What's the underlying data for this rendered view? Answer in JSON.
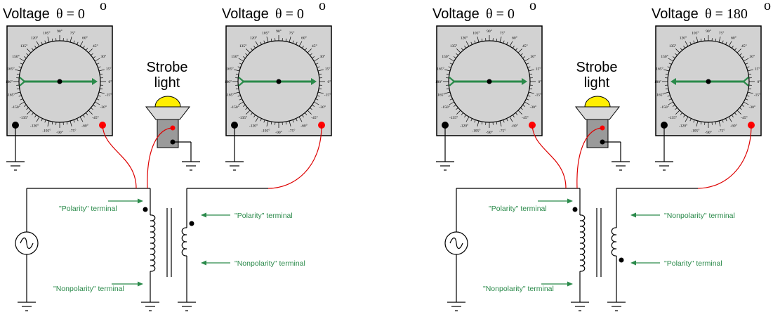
{
  "panels": [
    {
      "meters": [
        {
          "title": "Voltage",
          "phase_text": "θ = 0",
          "degree_mark": "o",
          "needle_angle_deg": 0
        },
        {
          "title": "Voltage",
          "phase_text": "θ = 0",
          "degree_mark": "o",
          "needle_angle_deg": 0
        }
      ],
      "strobe": {
        "line1": "Strobe",
        "line2": "light"
      },
      "labels": {
        "primary_top": "\"Polarity\" terminal",
        "primary_bottom": "\"Nonpolarity\" terminal",
        "secondary_top": "\"Polarity\" terminal",
        "secondary_bottom": "\"Nonpolarity\" terminal"
      },
      "secondary_dot": "top"
    },
    {
      "meters": [
        {
          "title": "Voltage",
          "phase_text": "θ = 0",
          "degree_mark": "o",
          "needle_angle_deg": 0
        },
        {
          "title": "Voltage",
          "phase_text": "θ = 180",
          "degree_mark": "o",
          "needle_angle_deg": 180
        }
      ],
      "strobe": {
        "line1": "Strobe",
        "line2": "light"
      },
      "labels": {
        "primary_top": "\"Polarity\" terminal",
        "primary_bottom": "\"Nonpolarity\" terminal",
        "secondary_top": "\"Nonpolarity\" terminal",
        "secondary_bottom": "\"Polarity\" terminal"
      },
      "secondary_dot": "bottom"
    }
  ],
  "dial_ticks": [
    "0°",
    "15°",
    "30°",
    "45°",
    "60°",
    "75°",
    "90°",
    "105°",
    "120°",
    "135°",
    "150°",
    "165°",
    "180°",
    "-165°",
    "-150°",
    "-135°",
    "-120°",
    "-105°",
    "-90°",
    "-75°",
    "-60°",
    "-45°",
    "-30°",
    "-15°"
  ],
  "colors": {
    "meter_face": "#d2d2d2",
    "needle": "#2a8a4a",
    "probe_red": "#ff0000",
    "wire_red": "#dd0000",
    "lamp": "#ffee00",
    "strobe_body": "#9a9a9a",
    "label_green": "#2a8a4a"
  }
}
